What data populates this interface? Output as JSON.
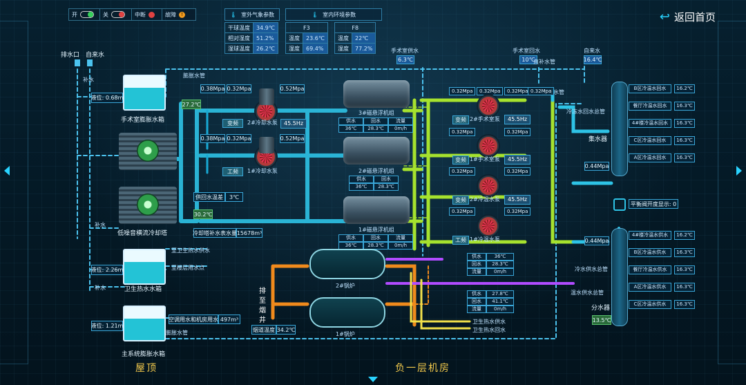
{
  "legend": {
    "on": "开",
    "off": "关",
    "interrupt": "中断",
    "fault": "故障"
  },
  "back_label": "返回首页",
  "weather": {
    "outdoor_title": "室外气象参数",
    "indoor_title": "室内环境参数",
    "outdoor": [
      [
        "干球温度",
        "34.9℃"
      ],
      [
        "相对湿度",
        "51.2%"
      ],
      [
        "湿球温度",
        "26.2℃"
      ]
    ],
    "f3": {
      "name": "F3",
      "rows": [
        [
          "温度",
          "23.6℃"
        ],
        [
          "湿度",
          "69.4%"
        ]
      ]
    },
    "f8": {
      "name": "F8",
      "rows": [
        [
          "温度",
          "22℃"
        ],
        [
          "湿度",
          "77.2%"
        ]
      ]
    }
  },
  "left": {
    "drain": "排水口",
    "tap": "自来水",
    "makeup": "补水",
    "surgery_tank_level": "液位: 0.68m",
    "surgery_tank_name": "手术室膨胀水箱",
    "tower_name": "低噪音横流冷却塔",
    "hygiene_tank_level": "液位: 2.26m",
    "hygiene_tank_name": "卫生热水水箱",
    "main_tank_level": "液位: 1.21m",
    "main_tank_name": "主系统膨胀水箱",
    "roof": "屋顶",
    "to_hygiene": "至卫生热水供水",
    "to_floor": "至楼层用水点",
    "expansion_pipe": "膨胀水管",
    "expansion_pipe2": "膨胀水管"
  },
  "cooling": {
    "temp1": "27.2℃",
    "temp2": "30.2℃",
    "p_row1": [
      "0.38Mpa",
      "0.32Mpa",
      "0.52Mpa"
    ],
    "p_row2": [
      "0.38Mpa",
      "0.32Mpa",
      "0.52Mpa"
    ],
    "pump2_mode": "变频",
    "pump2_name": "2#冷却水泵",
    "pump2_hz": "45.5Hz",
    "pump1_mode": "工频",
    "pump1_name": "1#冷却水泵",
    "supply_diff_label": "供回水温差",
    "supply_diff": "3℃",
    "makeup_label": "冷却塔补水表水量",
    "makeup_value": "15678m³"
  },
  "chillers": [
    {
      "name": "3#磁悬浮机组",
      "h": [
        "供水",
        "回水",
        "流量"
      ],
      "v": [
        "36℃",
        "28.3℃",
        "0m/h"
      ]
    },
    {
      "name": "2#磁悬浮机组",
      "h": [
        "供水",
        "回水"
      ],
      "v": [
        "36℃",
        "28.3℃"
      ]
    },
    {
      "name": "1#磁悬浮机组",
      "h": [
        "供水",
        "回水",
        "流量"
      ],
      "v": [
        "36℃",
        "28.3℃",
        "0m/h"
      ]
    }
  ],
  "boilers": {
    "stack": [
      "排",
      "至",
      "烟",
      "井"
    ],
    "b2": "2#锅炉",
    "b1": "1#锅炉",
    "flue_label": "烟道温度",
    "flue_value": "34.2℃",
    "hot_water_label": "空调用水和机房用水",
    "hot_water_value": "497m³",
    "b2_table": [
      [
        "供水",
        "36℃"
      ],
      [
        "回水",
        "28.3℃"
      ],
      [
        "流量",
        "0m/h"
      ]
    ],
    "b1_table": [
      [
        "供水",
        "27.8℃"
      ],
      [
        "回水",
        "41.1℃"
      ],
      [
        "流量",
        "0m/h"
      ]
    ],
    "hyg_supply": "卫生热水供水",
    "hyg_return": "卫生热水回水"
  },
  "basement": "负一层机房",
  "pumps_right": {
    "surgery_supply": "手术室供水",
    "surgery_supply_t": "6.3℃",
    "surgery_return": "手术室回水",
    "surgery_return_t": "10℃",
    "direct": "直补水管",
    "tap": "自来水",
    "tap_t": "16.4℃",
    "expansion": "膨胀水管",
    "p_small": "0.32Mpa",
    "groups": [
      {
        "mode": "变频",
        "name": "2#手术室泵",
        "hz": "45.5Hz"
      },
      {
        "mode": "变频",
        "name": "1#手术室泵",
        "hz": "45.5Hz"
      },
      {
        "mode": "变频",
        "name": "2#冷温水泵",
        "hz": "45.5Hz"
      },
      {
        "mode": "工频",
        "name": "1#冷温水泵",
        "hz": ""
      }
    ]
  },
  "collector": {
    "return_main": "冷冻水回水总管",
    "name": "集水器",
    "pressure": "0.44Mpa",
    "rows": [
      [
        "B区冷温水回水",
        "16.2℃"
      ],
      [
        "餐厅冷温水回水",
        "16.3℃"
      ],
      [
        "4#楼冷温水回水",
        "16.3℃"
      ],
      [
        "C区冷温水回水",
        "16.3℃"
      ],
      [
        "A区冷温水回水",
        "16.3℃"
      ]
    ],
    "balance": "平衡阀开度显示: 0"
  },
  "distributor": {
    "pressure": "0.44Mpa",
    "supply_main": "冷水供水总管",
    "hot_main": "温水供水总管",
    "name": "分水器",
    "temp": "13.5℃",
    "rows": [
      [
        "4#楼冷温水供水",
        "16.2℃"
      ],
      [
        "B区冷温水供水",
        "16.3℃"
      ],
      [
        "餐厅冷温水供水",
        "16.3℃"
      ],
      [
        "A区冷温水供水",
        "16.3℃"
      ],
      [
        "C区冷温水供水",
        "16.3℃"
      ]
    ]
  }
}
